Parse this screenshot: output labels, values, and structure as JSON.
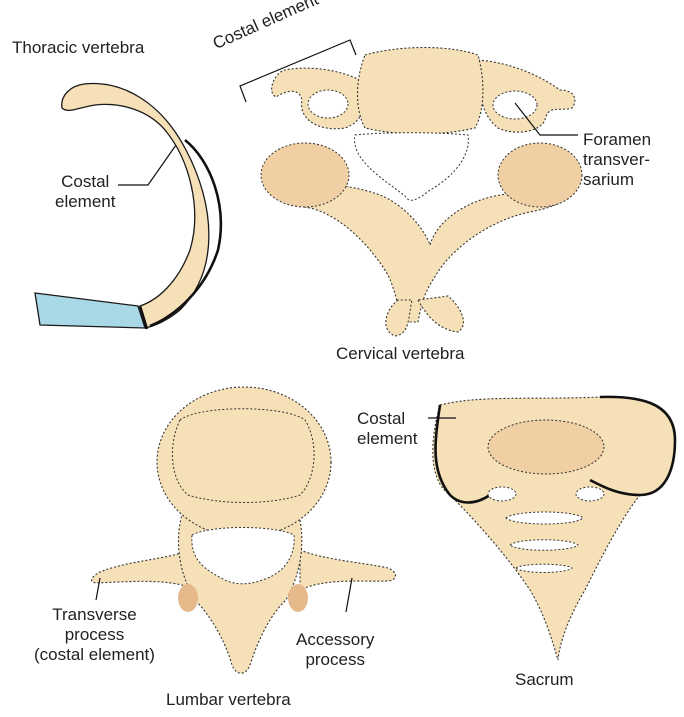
{
  "labels": {
    "thoracic_vertebra": "Thoracic vertebra",
    "costal_element_rib": "Costal\nelement",
    "costal_element_cervical": "Costal element",
    "foramen_transversarium": "Foramen\ntransver-\nsarium",
    "cervical_vertebra": "Cervical vertebra",
    "costal_element_sacrum": "Costal\nelement",
    "sacrum": "Sacrum",
    "transverse_process": "Transverse\nprocess\n(costal element)",
    "accessory_process": "Accessory\nprocess",
    "lumbar_vertebra": "Lumbar vertebra"
  },
  "colors": {
    "bone": "#f6e0b8",
    "cartilage": "#a9d8e6",
    "facet": "#efcfa3",
    "outline": "#1a1a1a"
  }
}
